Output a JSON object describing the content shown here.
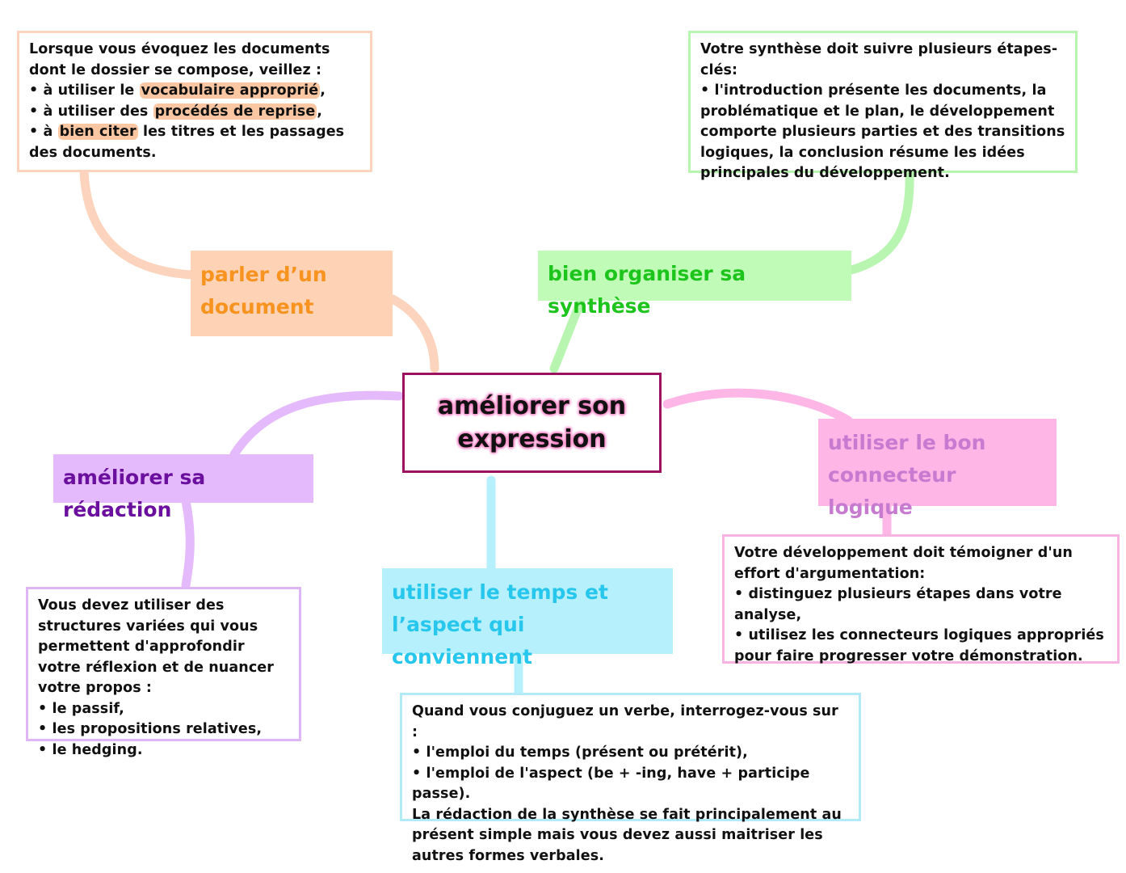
{
  "central": {
    "label": "améliorer son expression",
    "border_color": "#9c1160",
    "glow_color": "#f47ec3"
  },
  "branches": [
    {
      "id": "document",
      "topic": "parler d’un document",
      "topic_bg": "#fdd2b5",
      "topic_text_color": "#f7931e",
      "note_border": "#fcd3bc",
      "note": {
        "intro": "Lorsque vous évoquez les documents dont le dossier se compose, veillez :",
        "bullets": [
          {
            "pre": "à utiliser le ",
            "highlight": "vocabulaire approprié",
            "post": ","
          },
          {
            "pre": "à utiliser des ",
            "highlight": "procédés de reprise",
            "post": ","
          },
          {
            "pre": "à ",
            "highlight": "bien citer",
            "post": " les titres et les passages des documents."
          }
        ]
      }
    },
    {
      "id": "synthese",
      "topic": "bien organiser sa synthèse",
      "topic_bg": "#c1fbb8",
      "topic_text_color": "#1cc41c",
      "note_border": "#b8f5b0",
      "note": {
        "intro": "Votre synthèse doit suivre plusieurs étapes-clés:",
        "bullets": [
          "l'introduction présente les documents, la problématique et le plan, le développement comporte plusieurs parties et des transitions logiques, la conclusion résume les idées principales du développement."
        ]
      }
    },
    {
      "id": "redaction",
      "topic": "améliorer sa rédaction",
      "topic_bg": "#e4bafc",
      "topic_text_color": "#6a0f9e",
      "note_border": "#e0b5f5",
      "note": {
        "intro": "Vous devez utiliser des structures variées qui vous permettent d'approfondir votre réflexion et de nuancer votre propos :",
        "bullets": [
          "le passif,",
          "les propositions relatives,",
          "le hedging."
        ]
      }
    },
    {
      "id": "temps",
      "topic": "utiliser le temps et l’aspect qui conviennent",
      "topic_bg": "#b6f0fc",
      "topic_text_color": "#27c6ec",
      "note_border": "#b2eaf7",
      "note": {
        "intro": "Quand vous conjuguez un verbe, interrogez-vous sur :",
        "bullets": [
          "l'emploi du temps (présent ou prétérit),",
          "l'emploi de l'aspect (be + -ing, have + participe passe)."
        ],
        "outro": "La rédaction de la synthèse se fait principalement au présent simple mais vous devez aussi maitriser les autres formes verbales."
      }
    },
    {
      "id": "connecteur",
      "topic": "utiliser le bon connecteur logique",
      "topic_bg": "#fdb6e6",
      "topic_text_color": "#c67bd0",
      "note_border": "#f7b3e2",
      "note": {
        "intro": "Votre développement doit témoigner d'un effort d'argumentation:",
        "bullets": [
          "distinguez plusieurs étapes dans votre analyse,",
          "utilisez les connecteurs logiques appropriés pour faire progresser votre démonstration."
        ]
      }
    }
  ],
  "bullet_glyph": "•"
}
